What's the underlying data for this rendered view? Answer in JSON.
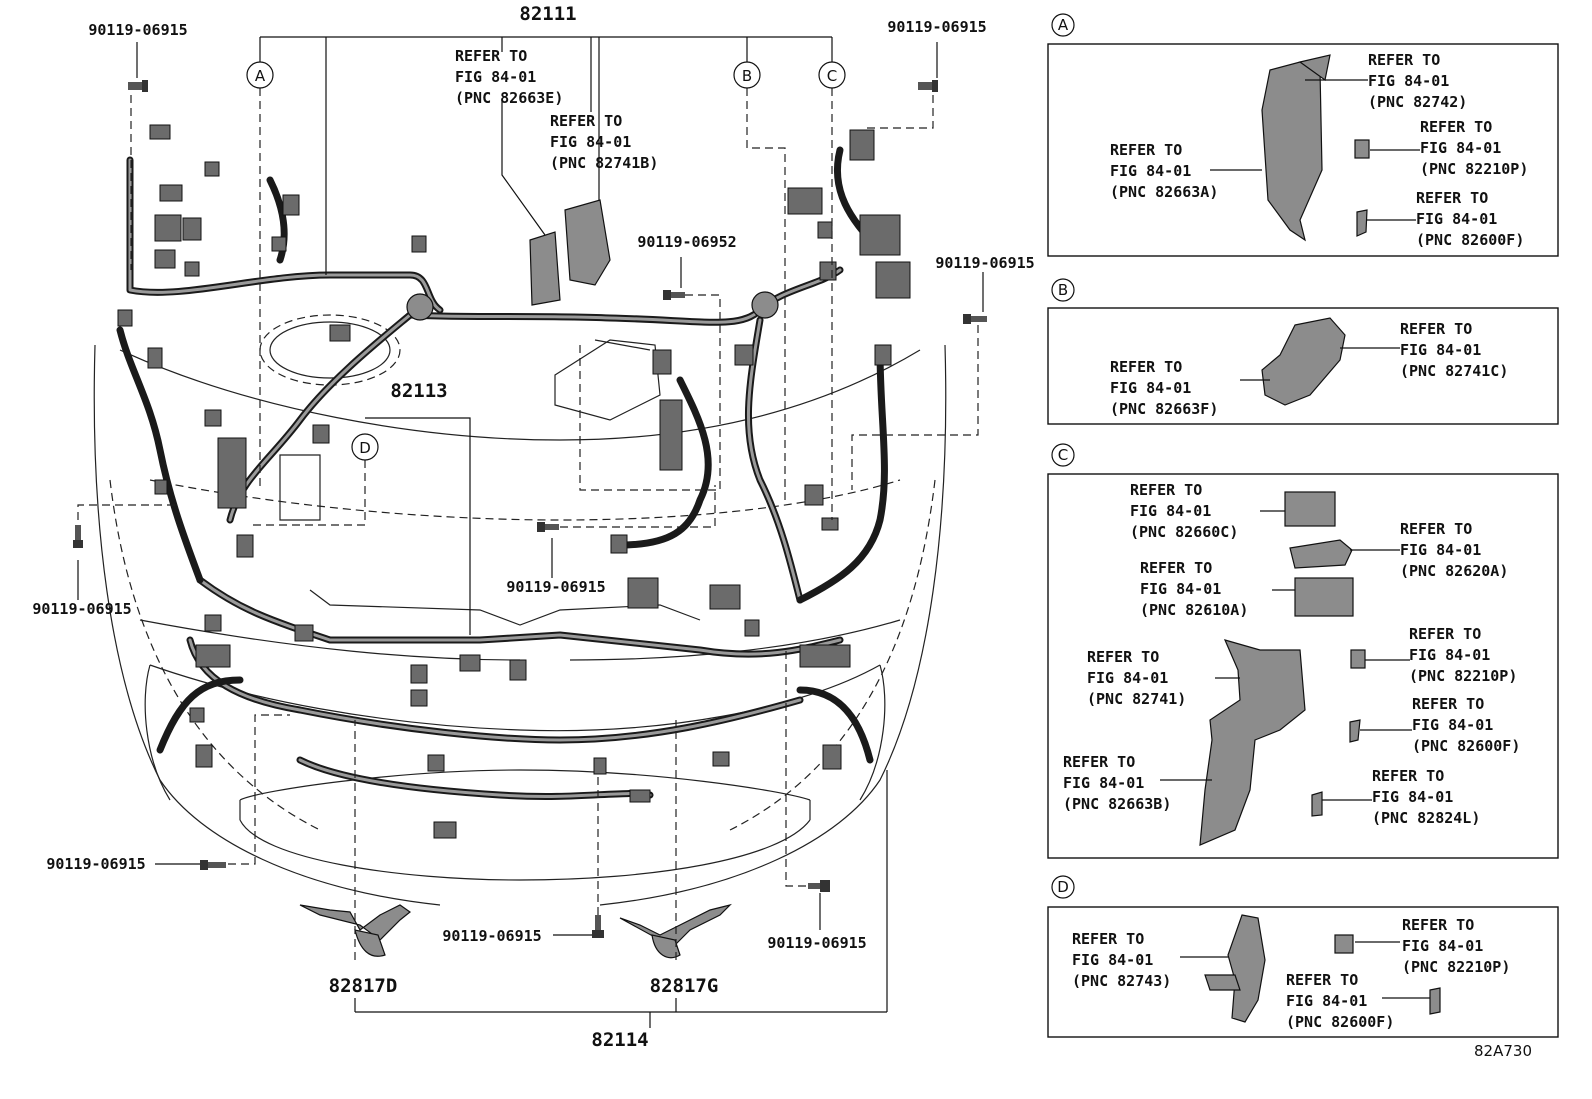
{
  "main_parts": {
    "harness_top": "82111",
    "harness_mid": "82113",
    "harness_bottom": "82114",
    "bracket_left": "82817D",
    "bracket_right": "82817G"
  },
  "bolts": {
    "b1": "90119-06915",
    "b2": "90119-06915",
    "b3": "90119-06952",
    "b4": "90119-06915",
    "b5": "90119-06915",
    "b6": "90119-06915",
    "b7": "90119-06915",
    "b8": "90119-06915",
    "b9": "90119-06915"
  },
  "refs": {
    "r1": [
      "REFER TO",
      "FIG 84-01",
      "(PNC 82663E)"
    ],
    "r2": [
      "REFER TO",
      "FIG 84-01",
      "(PNC 82741B)"
    ]
  },
  "callout_letters": {
    "a": "A",
    "b": "B",
    "c": "C",
    "d": "D"
  },
  "detail_a": {
    "letter": "A",
    "refs": [
      [
        "REFER TO",
        "FIG 84-01",
        "(PNC 82742)"
      ],
      [
        "REFER TO",
        "FIG 84-01",
        "(PNC 82663A)"
      ],
      [
        "REFER TO",
        "FIG 84-01",
        "(PNC 82210P)"
      ],
      [
        "REFER TO",
        "FIG 84-01",
        "(PNC 82600F)"
      ]
    ]
  },
  "detail_b": {
    "letter": "B",
    "refs": [
      [
        "REFER TO",
        "FIG 84-01",
        "(PNC 82741C)"
      ],
      [
        "REFER TO",
        "FIG 84-01",
        "(PNC 82663F)"
      ]
    ]
  },
  "detail_c": {
    "letter": "C",
    "refs": [
      [
        "REFER TO",
        "FIG 84-01",
        "(PNC 82660C)"
      ],
      [
        "REFER TO",
        "FIG 84-01",
        "(PNC 82620A)"
      ],
      [
        "REFER TO",
        "FIG 84-01",
        "(PNC 82610A)"
      ],
      [
        "REFER TO",
        "FIG 84-01",
        "(PNC 82741)"
      ],
      [
        "REFER TO",
        "FIG 84-01",
        "(PNC 82210P)"
      ],
      [
        "REFER TO",
        "FIG 84-01",
        "(PNC 82600F)"
      ],
      [
        "REFER TO",
        "FIG 84-01",
        "(PNC 82663B)"
      ],
      [
        "REFER TO",
        "FIG 84-01",
        "(PNC 82824L)"
      ]
    ]
  },
  "detail_d": {
    "letter": "D",
    "refs": [
      [
        "REFER TO",
        "FIG 84-01",
        "(PNC 82743)"
      ],
      [
        "REFER TO",
        "FIG 84-01",
        "(PNC 82210P)"
      ],
      [
        "REFER TO",
        "FIG 84-01",
        "(PNC 82600F)"
      ]
    ]
  },
  "figure_code": "82A730"
}
